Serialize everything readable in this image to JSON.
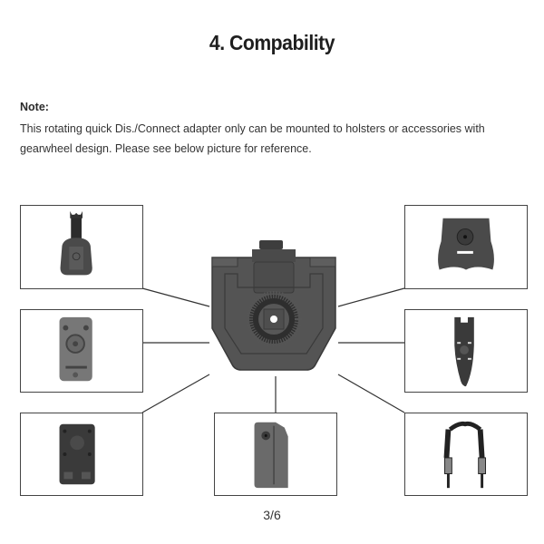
{
  "header": {
    "title": "4. Compability"
  },
  "note": {
    "label": "Note:",
    "text": "This rotating quick Dis./Connect adapter only can be mounted to holsters or accessories with gearwheel design. Please see below picture for reference."
  },
  "diagram": {
    "center": "rotating-quick-disconnect-adapter",
    "compatible_items": [
      {
        "position": "left-top",
        "name": "drop-leg-platform"
      },
      {
        "position": "left-middle",
        "name": "molle-attachment"
      },
      {
        "position": "left-bottom",
        "name": "belt-clip-attachment"
      },
      {
        "position": "bottom-center",
        "name": "holster"
      },
      {
        "position": "right-top",
        "name": "paddle-attachment"
      },
      {
        "position": "right-middle",
        "name": "low-ride-belt-platform"
      },
      {
        "position": "right-bottom",
        "name": "shoulder-harness"
      }
    ]
  },
  "footer": {
    "page_number": "3/6"
  }
}
